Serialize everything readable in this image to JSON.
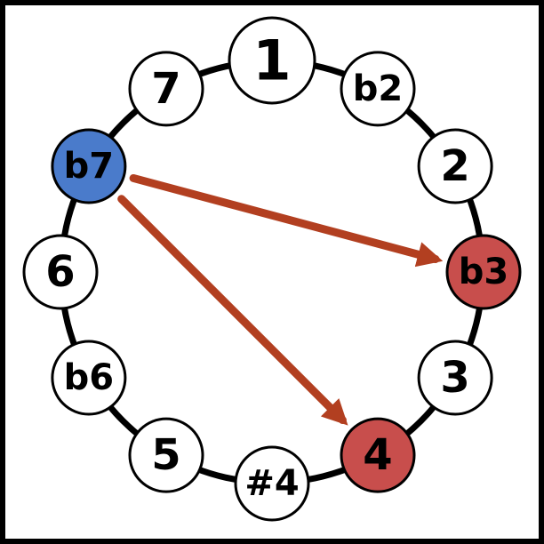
{
  "colors": {
    "highlight_blue": "#4A7BCB",
    "highlight_red": "#C84E4C",
    "arrow": "#B23F20",
    "ring": "#000000"
  },
  "nodes": [
    {
      "label": "1",
      "state": "normal",
      "big": true
    },
    {
      "label": "b2",
      "state": "normal"
    },
    {
      "label": "2",
      "state": "normal"
    },
    {
      "label": "b3",
      "state": "red"
    },
    {
      "label": "3",
      "state": "normal"
    },
    {
      "label": "4",
      "state": "red"
    },
    {
      "label": "#4",
      "state": "normal"
    },
    {
      "label": "5",
      "state": "normal"
    },
    {
      "label": "b6",
      "state": "normal"
    },
    {
      "label": "6",
      "state": "normal"
    },
    {
      "label": "b7",
      "state": "blue"
    },
    {
      "label": "7",
      "state": "normal"
    }
  ],
  "arrows": [
    {
      "from": "b7",
      "to": "b3"
    },
    {
      "from": "b7",
      "to": "4"
    }
  ]
}
